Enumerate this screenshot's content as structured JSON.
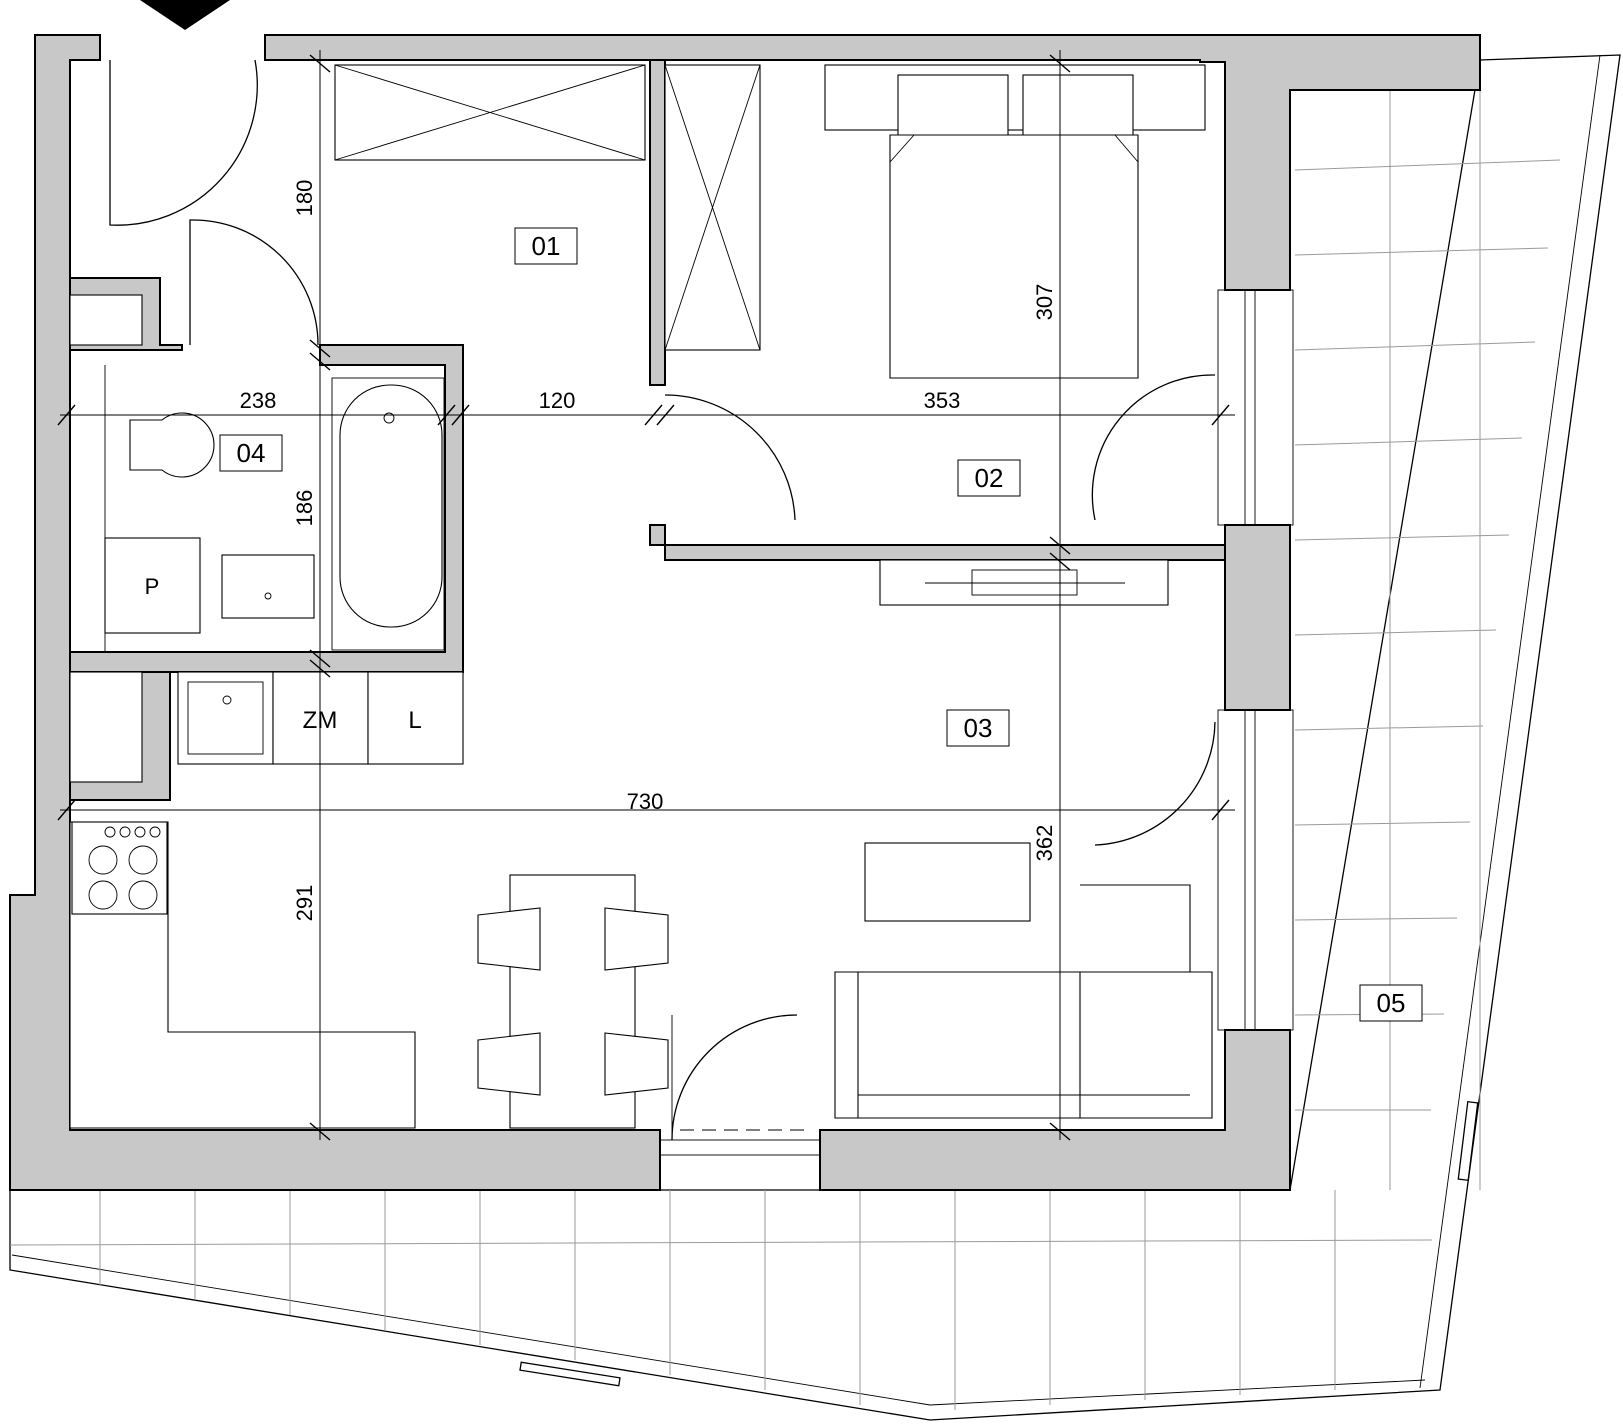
{
  "rooms": [
    {
      "id": "01"
    },
    {
      "id": "02"
    },
    {
      "id": "03"
    },
    {
      "id": "04"
    },
    {
      "id": "05"
    }
  ],
  "fixture_labels": {
    "laundry": "P",
    "dishwasher": "ZM",
    "fridge": "L"
  },
  "dimensions": {
    "bath_width": "238",
    "corridor_width": "120",
    "bedroom_width": "353",
    "entry_depth": "180",
    "bath_depth": "186",
    "bedroom_depth": "307",
    "living_width": "730",
    "living_depth": "362",
    "kitchen_depth": "291"
  },
  "colors": {
    "wall_fill": "#c8c8c8",
    "line": "#000000",
    "balcony_grid": "#9a9a9a"
  }
}
